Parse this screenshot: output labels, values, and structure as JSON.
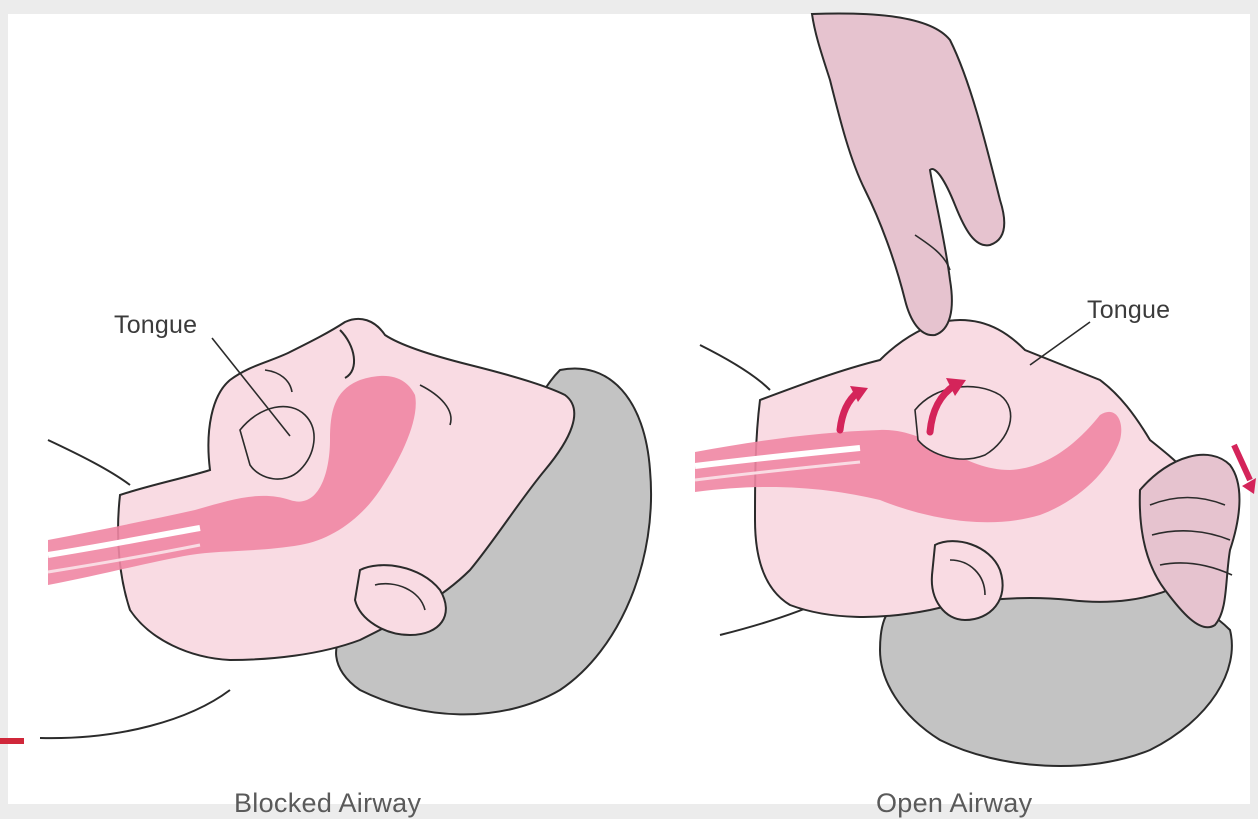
{
  "labels": {
    "left_tongue": "Tongue",
    "right_tongue": "Tongue",
    "left_caption": "Blocked Airway",
    "right_caption": "Open Airway"
  },
  "colors": {
    "skin": "#f9dbe3",
    "airway": "#ef86a3",
    "arrow": "#d4245a",
    "hair": "#c3c3c3",
    "hand": "#e6c3cf",
    "outline": "#2b2b2b"
  }
}
